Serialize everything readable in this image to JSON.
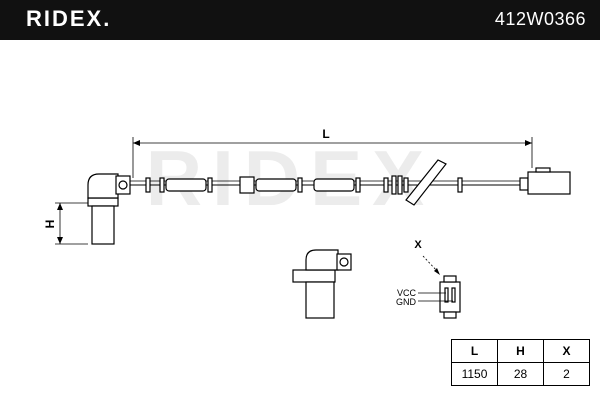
{
  "header": {
    "brand": "RIDEX.",
    "part_number": "412W0366"
  },
  "drawing": {
    "dim_length_label": "L",
    "dim_height_label": "H",
    "connector_view_label": "X",
    "pin_labels": [
      "VCC",
      "GND"
    ],
    "watermark": "RIDEX"
  },
  "dimensions_table": {
    "headers": [
      "L",
      "H",
      "X"
    ],
    "values": [
      "1150",
      "28",
      "2"
    ]
  }
}
